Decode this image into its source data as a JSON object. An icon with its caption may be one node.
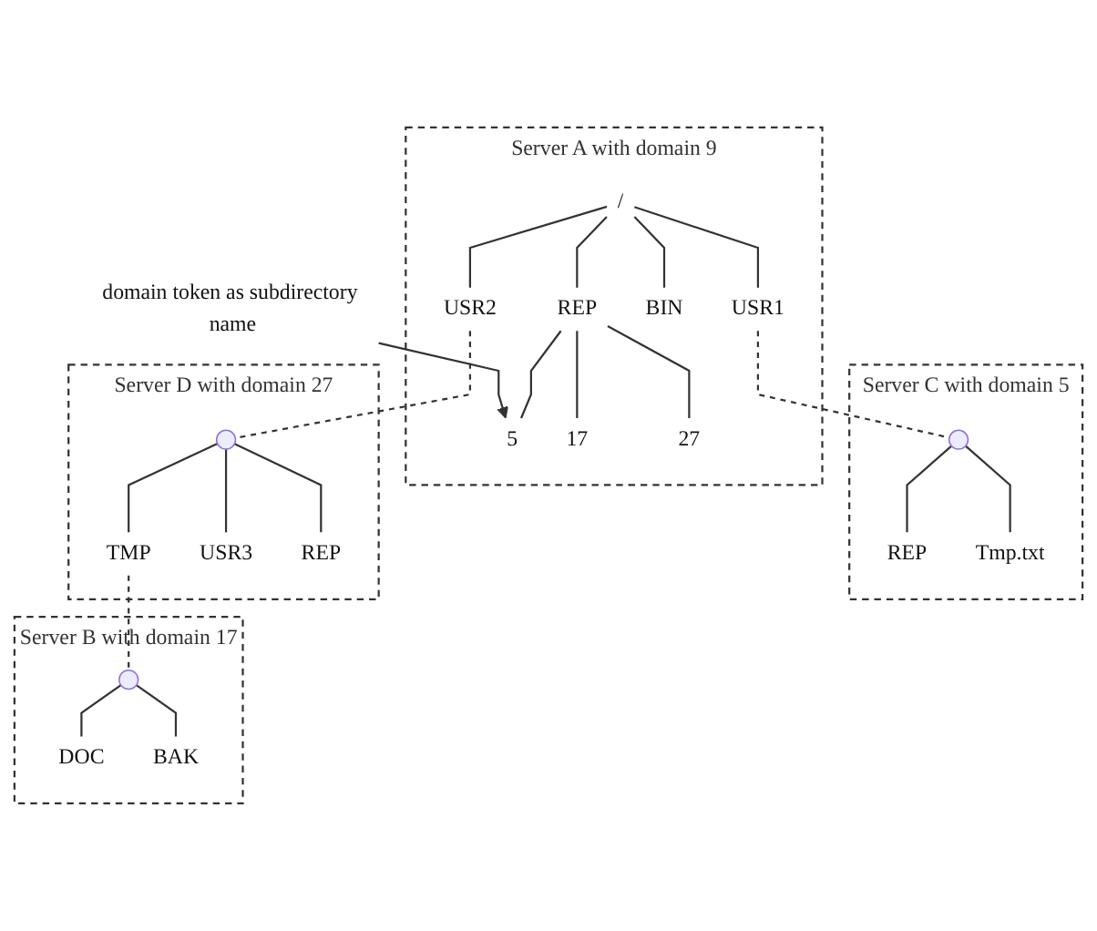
{
  "diagram": {
    "nodes": [
      {
        "text": [
          "Server A with domain 9"
        ]
      },
      {
        "text": [
          "/"
        ],
        "in": 0
      },
      {
        "text": [
          "REP"
        ],
        "in": 0
      },
      {
        "text": [
          "USR1"
        ],
        "in": 0
      },
      {
        "text": [
          "BIN"
        ],
        "in": 0
      },
      {
        "text": [
          "USR2"
        ],
        "in": 0
      },
      {
        "text": [
          "5"
        ],
        "in": 0
      },
      {
        "text": [
          "17"
        ],
        "in": 0
      },
      {
        "text": [
          "27"
        ],
        "in": 0
      },
      {
        "text": [
          "domain token as subdirectory name"
        ]
      },
      {
        "text": [
          "Server C with domain 5"
        ]
      },
      {
        "text": [],
        "shape": "point",
        "in": 10
      },
      {
        "text": [
          "REP"
        ],
        "in": 10
      },
      {
        "text": [
          "Tmp.txt"
        ],
        "in": 10
      },
      {
        "text": [
          "Server D with domain 27"
        ]
      },
      {
        "text": [],
        "shape": "point",
        "in": 14
      },
      {
        "text": [
          "TMP"
        ],
        "in": 14
      },
      {
        "text": [
          "USR3"
        ],
        "in": 14
      },
      {
        "text": [
          "REP"
        ],
        "in": 14
      },
      {
        "text": [
          "Server B with domain 17"
        ]
      },
      {
        "text": [],
        "shape": "point",
        "in": 19
      },
      {
        "text": [
          "DOC"
        ],
        "in": 19
      },
      {
        "text": [
          "BAK"
        ],
        "in": 19
      }
    ],
    "edges": [
      {
        "from": 1,
        "to": 2,
        "arrow": "none"
      },
      {
        "from": 1,
        "to": 3,
        "arrow": "none"
      },
      {
        "from": 1,
        "to": 4,
        "arrow": "none"
      },
      {
        "from": 1,
        "to": 5,
        "arrow": "none"
      },
      {
        "from": 2,
        "to": 6,
        "arrow": "none"
      },
      {
        "from": 2,
        "to": 7,
        "arrow": "none"
      },
      {
        "from": 2,
        "to": 8,
        "arrow": "none"
      },
      {
        "from": 9,
        "to": 6,
        "arrow": "to"
      },
      {
        "from": 3,
        "to": 11,
        "arrow": "none",
        "style": "dashed"
      },
      {
        "from": 11,
        "to": 12,
        "arrow": "none"
      },
      {
        "from": 11,
        "to": 13,
        "arrow": "none"
      },
      {
        "from": 5,
        "to": 15,
        "arrow": "none",
        "style": "dashed"
      },
      {
        "from": 15,
        "to": 16,
        "arrow": "none"
      },
      {
        "from": 15,
        "to": 17,
        "arrow": "none"
      },
      {
        "from": 15,
        "to": 18,
        "arrow": "none"
      },
      {
        "from": 16,
        "to": 20,
        "arrow": "none",
        "style": "dashed"
      },
      {
        "from": 20,
        "to": 21,
        "arrow": "none"
      },
      {
        "from": 20,
        "to": 22,
        "arrow": "none"
      }
    ]
  }
}
